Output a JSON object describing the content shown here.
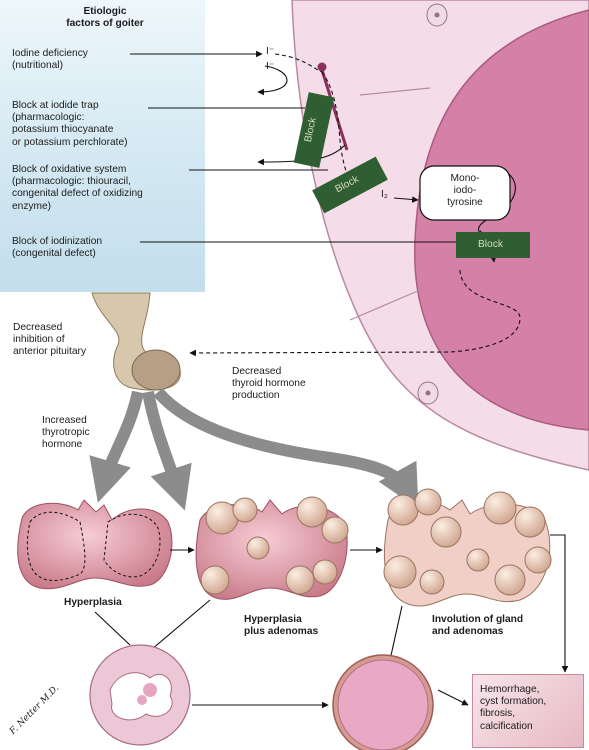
{
  "title": "Etiologic\nfactors of goiter",
  "factors": [
    {
      "id": "iodine",
      "text": "Iodine deficiency\n(nutritional)"
    },
    {
      "id": "trap",
      "text": "Block at iodide trap\n(pharmacologic:\npotassium thiocyanate\nor potassium perchlorate)"
    },
    {
      "id": "oxidative",
      "text": "Block of oxidative system\n(pharmacologic: thiouracil,\ncongenital defect of oxidizing\nenzyme)"
    },
    {
      "id": "iodinization",
      "text": "Block of iodinization\n(congenital defect)"
    }
  ],
  "iodide_symbol": "I⁻",
  "iodine_symbol": "I₂",
  "block_label": "Block",
  "monoiodotyrosine": "Mono-\niodo-\ntyrosine",
  "pituitary_label": "Decreased\ninhibition of\nanterior pituitary",
  "hormone_label": "Decreased\nthyroid hormone\nproduction",
  "tsh_label": "Increased\nthyrotropic\nhormone",
  "stages": [
    {
      "id": "hyperplasia",
      "label": "Hyperplasia"
    },
    {
      "id": "adenomas",
      "label": "Hyperplasia\nplus adenomas"
    },
    {
      "id": "involution",
      "label": "Involution of gland\nand adenomas"
    }
  ],
  "outcome": "Hemorrhage,\ncyst formation,\nfibrosis,\ncalcification",
  "signature": "F. Netter M.D.",
  "colors": {
    "cell": "#f3dbe6",
    "colloid": "#e6a6c1",
    "block": "#2f5e32",
    "arrow": "#8c8c8c"
  }
}
